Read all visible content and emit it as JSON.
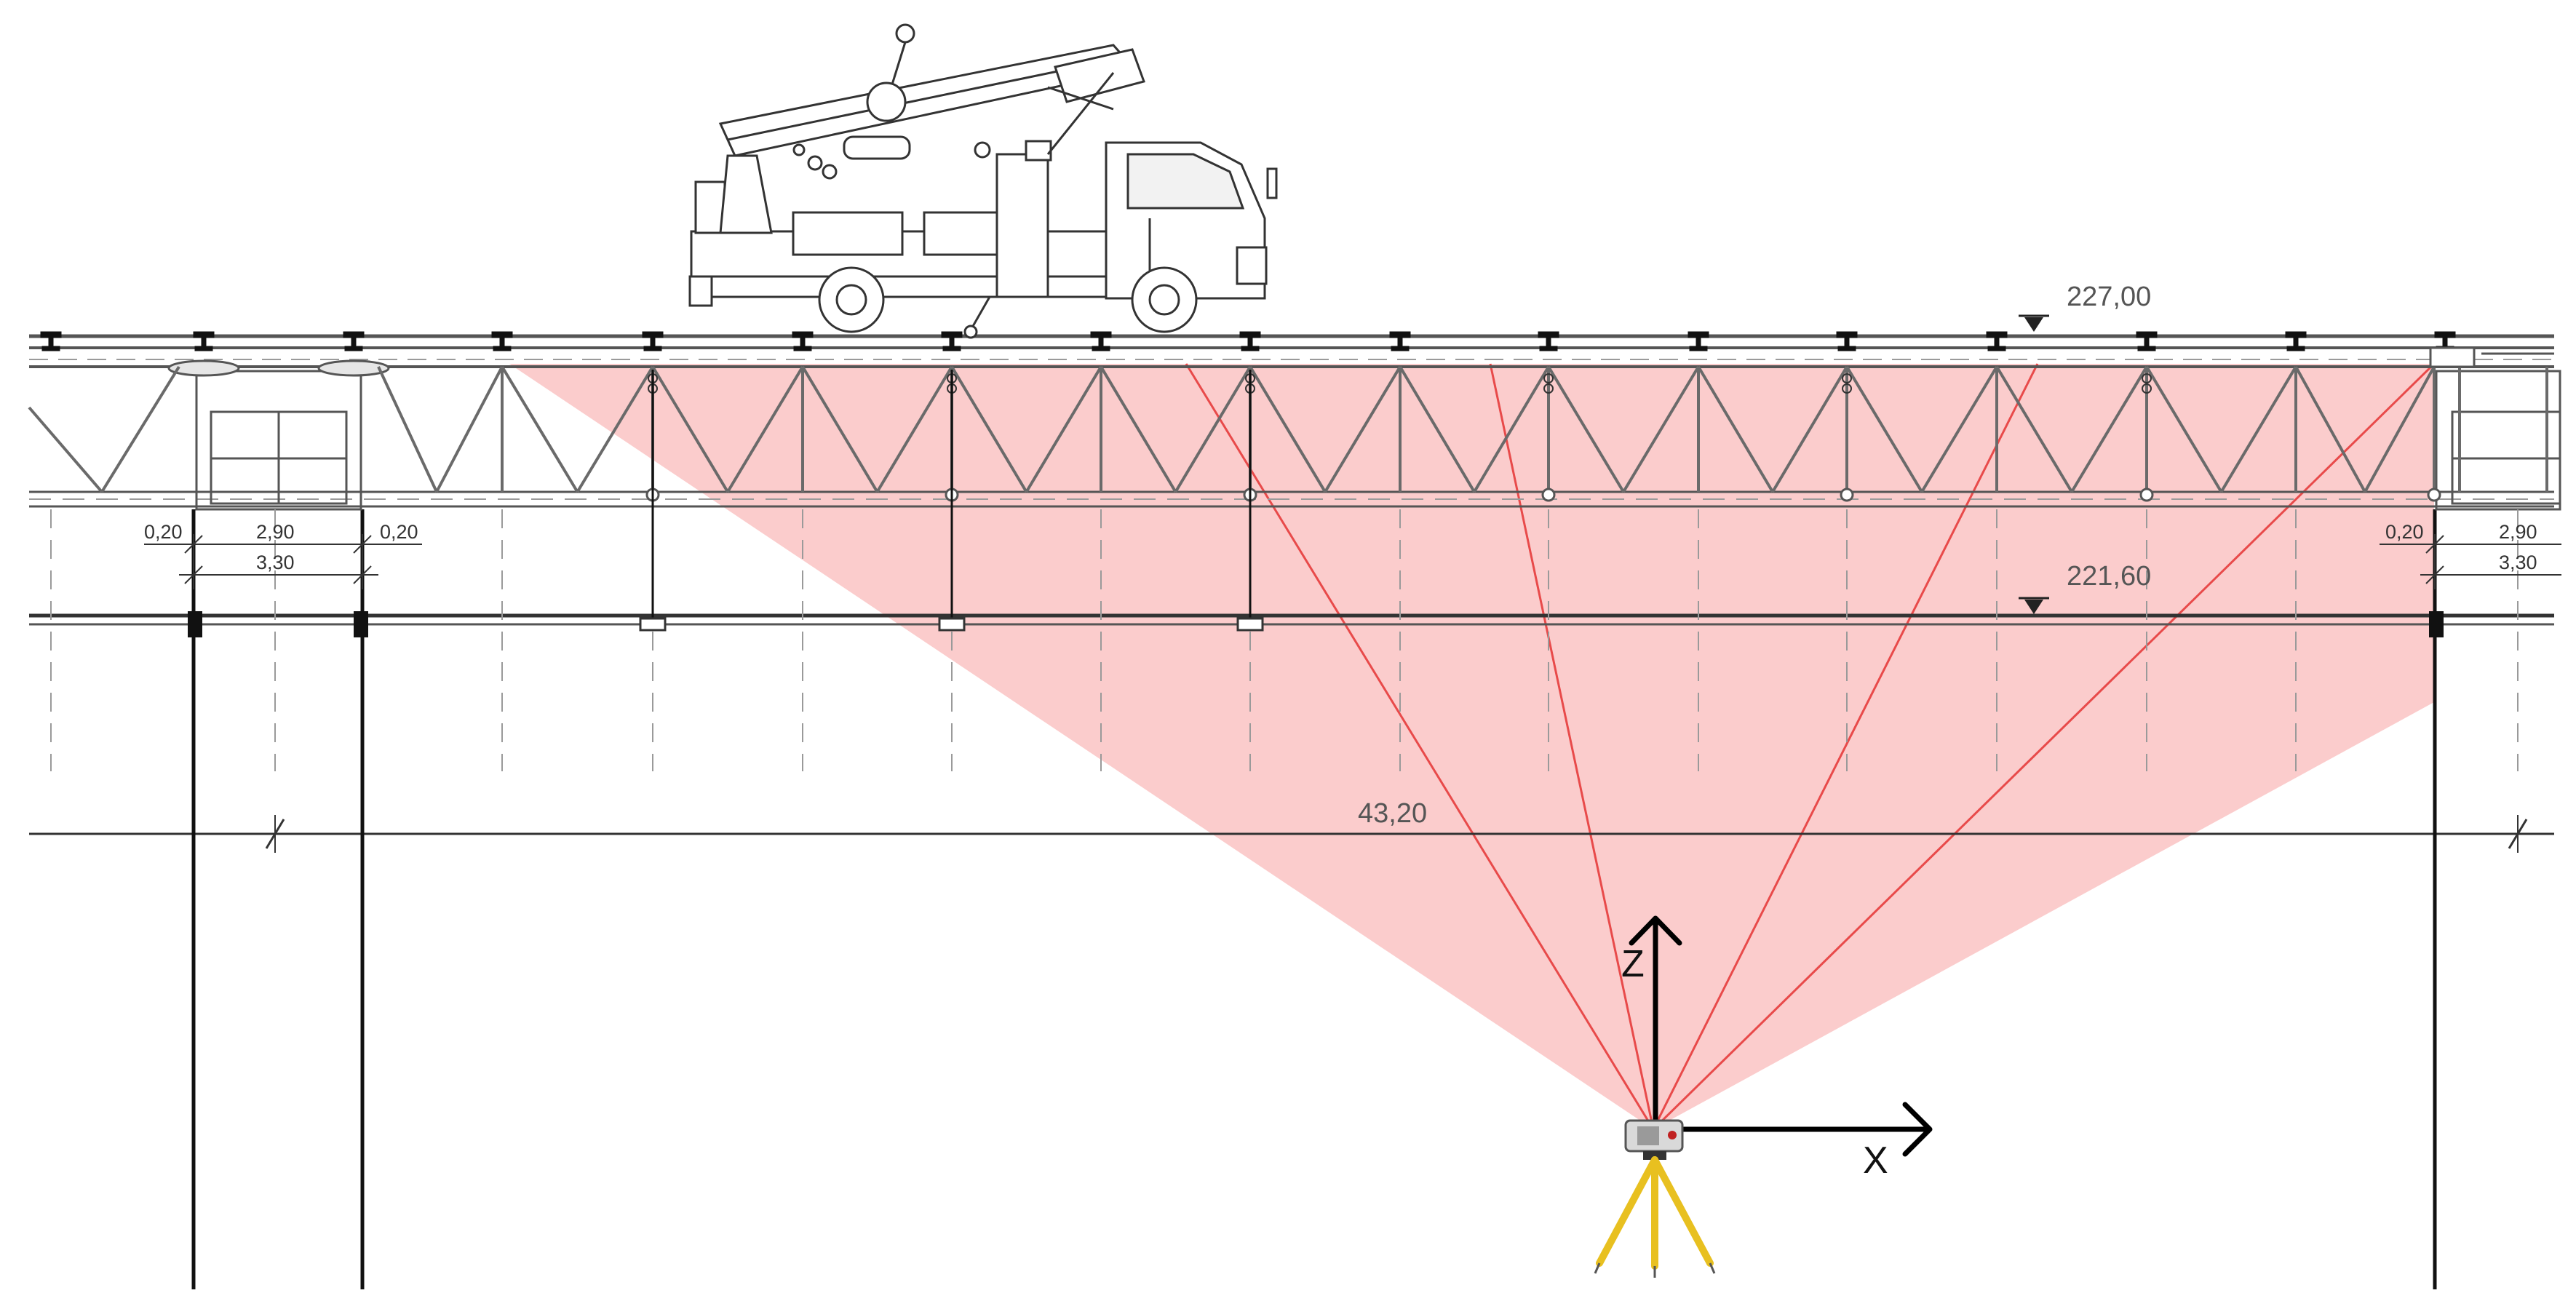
{
  "levels": {
    "top_elevation": "227,00",
    "bottom_chord_elevation": "221,60"
  },
  "span": {
    "length_label": "43,20"
  },
  "support_dims": {
    "left_edge_a": "0,20",
    "left_width": "2,90",
    "left_edge_b": "0,20",
    "left_total": "3,30",
    "right_edge": "0,20",
    "right_width": "2,90",
    "right_total": "3,30"
  },
  "axes": {
    "z_label": "Z",
    "x_label": "X"
  },
  "colors": {
    "scan_fill": "#f7a3a3",
    "scan_ray": "#e84a4a",
    "structure": "#555555",
    "dashed": "#9a9a9a",
    "tripod": "#e8c020"
  },
  "equipment": {
    "vehicle": "truck-mounted-aerial-platform",
    "instrument": "terrestrial-laser-scanner-on-tripod"
  }
}
